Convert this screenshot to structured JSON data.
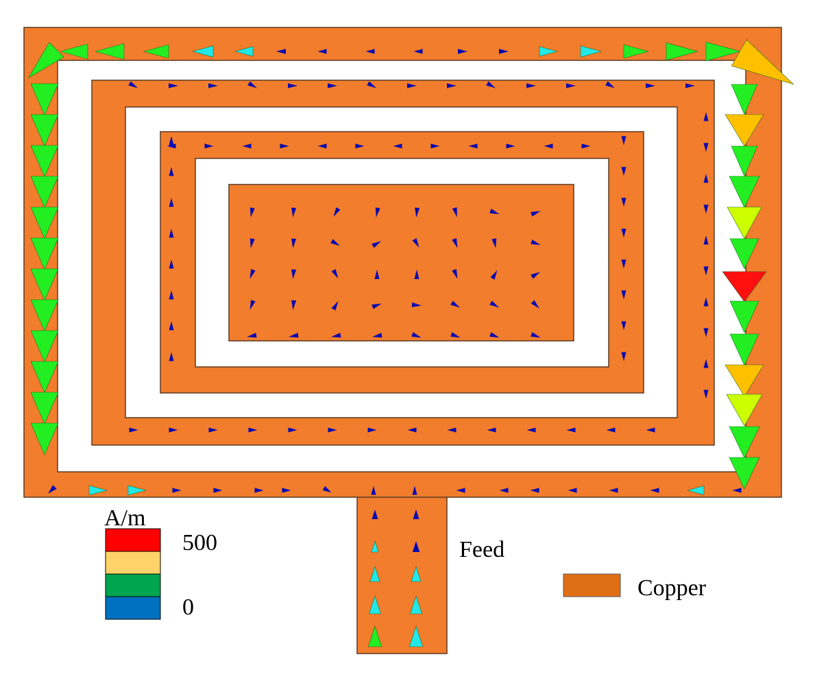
{
  "labels": {
    "unit": "A/m",
    "scale_max": "500",
    "scale_min": "0",
    "feed": "Feed",
    "copper": "Copper"
  },
  "colors": {
    "copper": "#F27D2C",
    "legend_copper": "#E06E15",
    "outline": "#5a3a22",
    "background": "#FFFFFF",
    "scale": [
      "#FF0000",
      "#FFD36A",
      "#00A550",
      "#0070C0"
    ]
  },
  "arrow_colors": {
    "low": "#0A0AB0",
    "cyan": "#22E8E8",
    "green": "#22EE22",
    "yellow_green": "#CCFF00",
    "amber": "#FFC000",
    "red": "#FF1010"
  }
}
